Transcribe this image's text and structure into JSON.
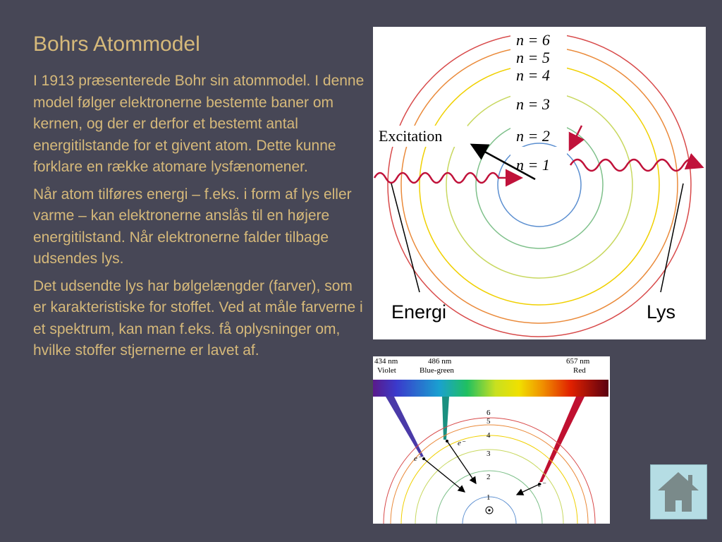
{
  "slide": {
    "title": "Bohrs Atommodel",
    "paragraphs": [
      "I 1913 præsenterede Bohr sin atommodel. I denne model følger elektronerne bestemte baner om kernen, og der er derfor et bestemt antal energitilstande for et givent atom. Dette kunne forklare en række atomare lysfænomener.",
      "Når atom tilføres energi – f.eks. i form af lys eller varme – kan elektronerne anslås til en højere energitilstand. Når elektronerne falder tilbage udsendes lys.",
      "Det udsendte lys har bølgelængder (farver), som er karakteristiske for stoffet. Ved at måle farverne i et spektrum, kan man f.eks. få oplysninger om, hvilke stoffer stjernerne er lavet af."
    ]
  },
  "figure1": {
    "levels": [
      "n = 6",
      "n = 5",
      "n = 4",
      "n = 3",
      "n = 2",
      "n = 1"
    ],
    "excitation_label": "Excitation",
    "energy_label": "Energi",
    "light_label": "Lys"
  },
  "figure2": {
    "lines": [
      {
        "wavelength": "434 nm",
        "color_name": "Violet"
      },
      {
        "wavelength": "486 nm",
        "color_name": "Blue-green"
      },
      {
        "wavelength": "657 nm",
        "color_name": "Red"
      }
    ],
    "levels": [
      "6",
      "5",
      "4",
      "3",
      "2",
      "1"
    ],
    "electron_label": "e⁻"
  },
  "nav": {
    "home_icon": "home-icon"
  }
}
